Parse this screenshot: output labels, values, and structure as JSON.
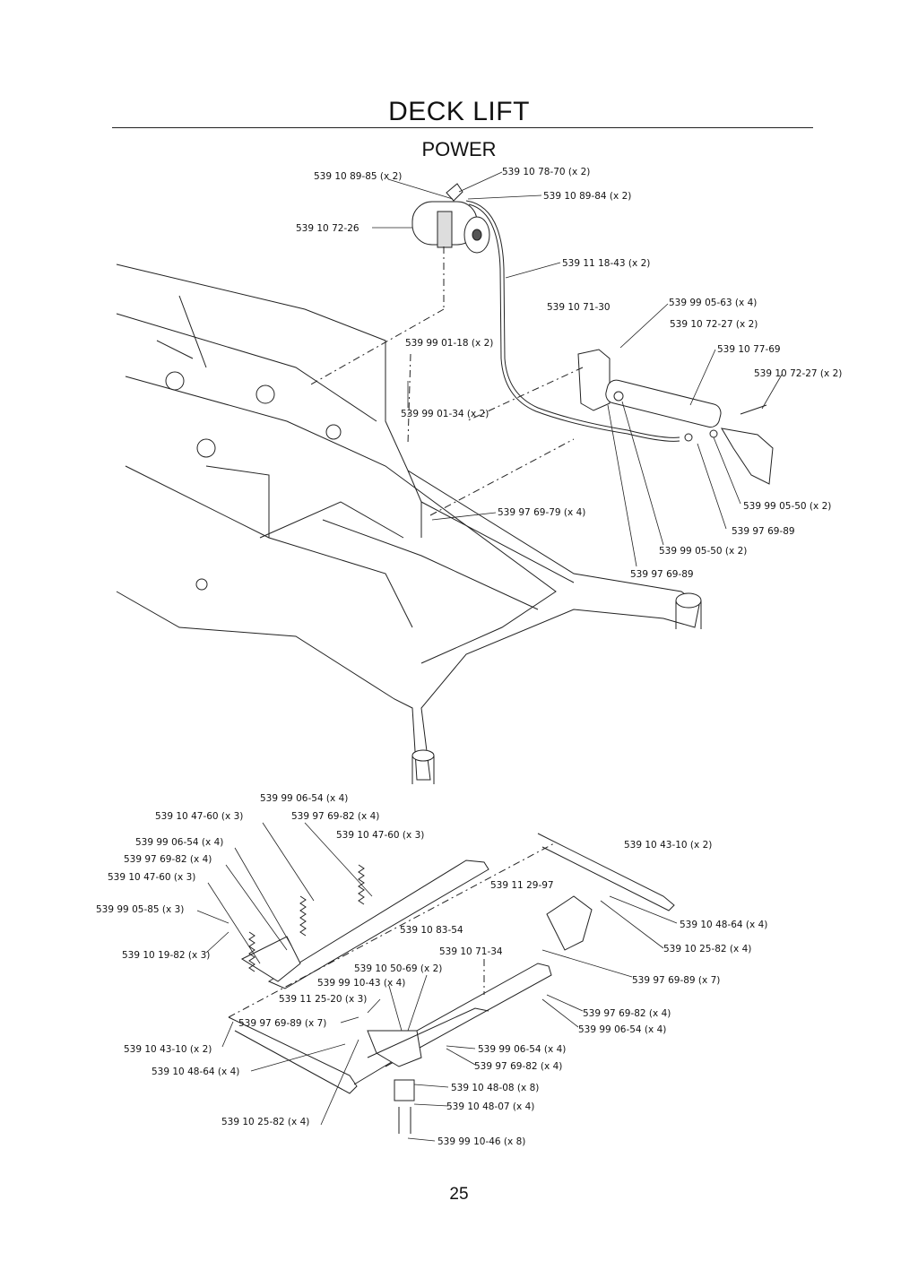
{
  "header": {
    "title": "DECK LIFT",
    "subtitle": "POWER"
  },
  "callouts_upper": [
    "539 10 89-85 (x 2)",
    "539 10 78-70 (x 2)",
    "539 10 89-84 (x 2)",
    "539 10 72-26",
    "539 11 18-43 (x 2)",
    "539 10 71-30",
    "539 99 05-63 (x 4)",
    "539 10 72-27 (x 2)",
    "539 99 01-18 (x 2)",
    "539 10 77-69",
    "539 10 72-27 (x 2)",
    "539 99 01-34 (x 2)",
    "539 97 69-79 (x 4)",
    "539 99 05-50 (x 2)",
    "539 97 69-89",
    "539 99 05-50 (x 2)",
    "539 97 69-89"
  ],
  "callouts_lower": [
    "539 99 06-54 (x 4)",
    "539 10 47-60 (x 3)",
    "539 97 69-82 (x 4)",
    "539 10 47-60 (x 3)",
    "539 99 06-54 (x 4)",
    "539 10 43-10 (x 2)",
    "539 97 69-82 (x 4)",
    "539 10 47-60 (x 3)",
    "539 11 29-97",
    "539 99 05-85 (x 3)",
    "539 10 48-64 (x 4)",
    "539 10 83-54",
    "539 10 25-82 (x 4)",
    "539 10 19-82 (x 3)",
    "539 10 71-34",
    "539 10 50-69 (x 2)",
    "539 97 69-89 (x 7)",
    "539 99 10-43 (x 4)",
    "539 11 25-20 (x 3)",
    "539 97 69-82 (x 4)",
    "539 97 69-89 (x 7)",
    "539 99 06-54 (x 4)",
    "539 10 43-10 (x 2)",
    "539 99 06-54 (x 4)",
    "539 97 69-82 (x 4)",
    "539 10 48-64 (x 4)",
    "539 10 48-08 (x 8)",
    "539 10 48-07 (x 4)",
    "539 10 25-82 (x 4)",
    "539 99 10-46 (x 8)"
  ],
  "footer": {
    "page_number": "25"
  }
}
